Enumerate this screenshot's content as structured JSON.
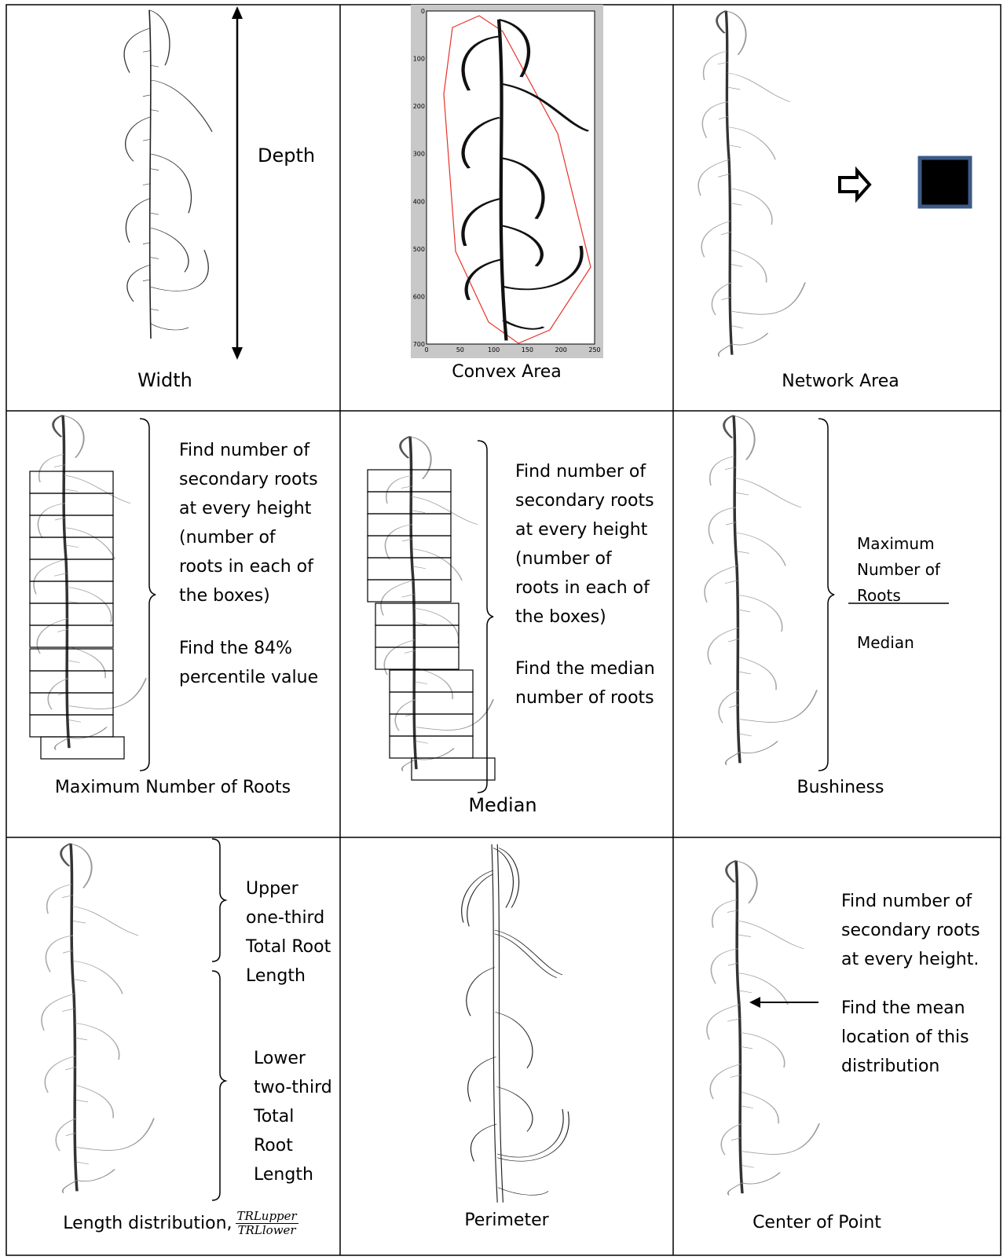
{
  "cells": {
    "width": {
      "label": "Depth",
      "caption": "Width"
    },
    "convex": {
      "caption": "Convex Area",
      "y_ticks": [
        "0",
        "100",
        "200",
        "300",
        "400",
        "500",
        "600",
        "700"
      ],
      "x_ticks": [
        "0",
        "50",
        "100",
        "150",
        "200",
        "250"
      ]
    },
    "network": {
      "caption": "Network Area"
    },
    "max_roots": {
      "text_lines": [
        "Find number of",
        "secondary roots",
        "at every height",
        "(number of",
        "roots in each of",
        "the boxes)"
      ],
      "text2_lines": [
        "Find the 84%",
        "percentile value"
      ],
      "caption": "Maximum Number of Roots"
    },
    "median": {
      "text_lines": [
        "Find number of",
        "secondary roots",
        "at every height",
        "(number of",
        "roots in each of",
        "the boxes)"
      ],
      "text2_lines": [
        "Find the median",
        "number of roots"
      ],
      "caption": "Median"
    },
    "bushiness": {
      "numerator_lines": [
        "Maximum",
        "Number of",
        "Roots"
      ],
      "denominator": "Median",
      "caption": "Bushiness"
    },
    "length_dist": {
      "upper_lines": [
        "Upper",
        "one-third",
        "Total Root",
        "Length"
      ],
      "lower_lines": [
        "Lower",
        "two-third",
        "Total",
        "Root",
        "Length"
      ],
      "caption": "Length distribution,",
      "frac_num": "TRLupper",
      "frac_den": "TRLlower"
    },
    "perimeter": {
      "caption": "Perimeter"
    },
    "center": {
      "text1_lines": [
        "Find number of",
        "secondary roots",
        "at every height."
      ],
      "text2_lines": [
        "Find the mean",
        "location of this",
        "distribution"
      ],
      "caption": "Center of Point"
    }
  },
  "colors": {
    "hull_line": "#e8322a",
    "square_fill": "#000000",
    "square_border": "#3b5a86",
    "plot_frame_bg": "#c8c8c8"
  }
}
